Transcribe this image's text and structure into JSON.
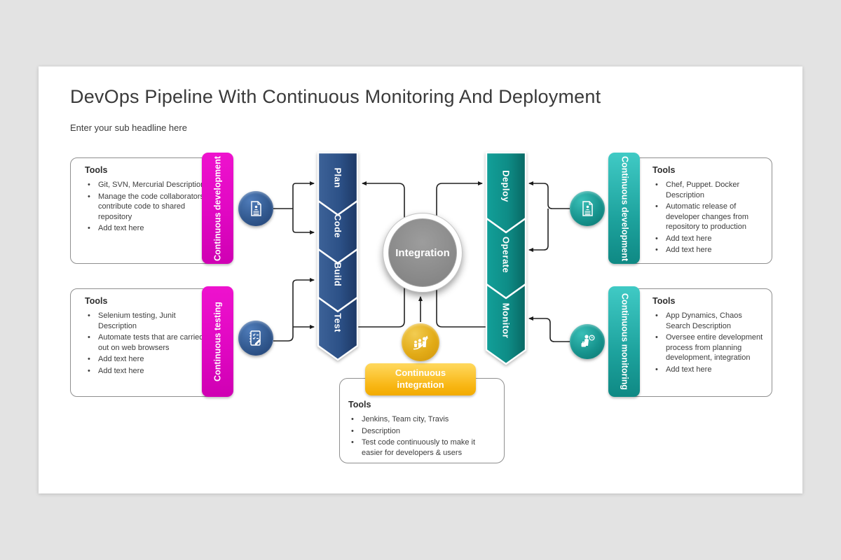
{
  "title": "DevOps Pipeline With Continuous Monitoring And Deployment",
  "subtitle": "Enter your sub headline here",
  "integration_label": "Integration",
  "badge_label": "Continuous integration",
  "chevrons": {
    "left": [
      "Plan",
      "Code",
      "Build",
      "Test"
    ],
    "right": [
      "Deploy",
      "Operate",
      "Monitor"
    ]
  },
  "panels": {
    "top_left": {
      "tab": "Continuous development",
      "heading": "Tools",
      "bullets": [
        "Git, SVN, Mercurial Description",
        "Manage the code collaborators contribute code to shared repository",
        "Add text here"
      ]
    },
    "bottom_left": {
      "tab": "Continuous testing",
      "heading": "Tools",
      "bullets": [
        "Selenium testing, Junit Description",
        "Automate tests that are carried out on web browsers",
        "Add text here",
        "Add text here"
      ]
    },
    "top_right": {
      "tab": "Continuous development",
      "heading": "Tools",
      "bullets": [
        "Chef, Puppet. Docker Description",
        "Automatic release of developer changes from repository to production",
        "Add text here",
        "Add text here"
      ]
    },
    "bottom_right": {
      "tab": "Continuous monitoring",
      "heading": "Tools",
      "bullets": [
        "App Dynamics, Chaos Search Description",
        "Oversee entire development process from planning development, integration",
        "Add text here"
      ]
    },
    "bottom_center": {
      "heading": "Tools",
      "bullets": [
        "Jenkins, Team city, Travis",
        "Description",
        "Test code continuously to make it easier for developers & users"
      ]
    }
  },
  "icons": {
    "top_left": "document-person-icon",
    "bottom_left": "checklist-pencil-icon",
    "top_right": "document-person-icon",
    "bottom_right": "analyst-briefcase-icon",
    "center_bottom": "team-growth-icon"
  },
  "colors": {
    "magenta": "#E007C2",
    "teal_tab": "#1DA29D",
    "blue_chevron": "#2C5187",
    "teal_chevron": "#0E8C86",
    "gold": "#F2B01E",
    "integration_gray": "#8B8B8B"
  }
}
